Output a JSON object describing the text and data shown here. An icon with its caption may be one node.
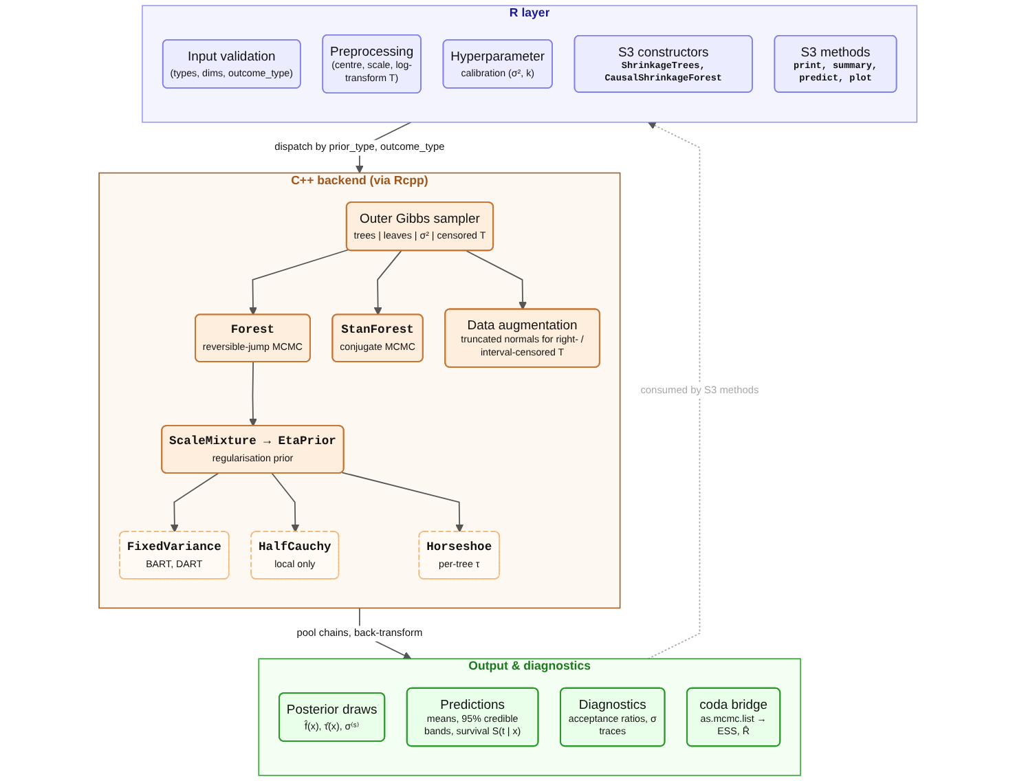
{
  "diagram": {
    "nodes": [
      {
        "text": [
          "R layer"
        ]
      },
      {
        "text": [
          "Input validation",
          "(types, dims, outcome_type)"
        ],
        "in": 0
      },
      {
        "text": [
          "Preprocessing",
          "(centre, scale, log-transform T)"
        ],
        "in": 0
      },
      {
        "text": [
          "Hyperparameter",
          "calibration (σ², k)"
        ],
        "in": 0
      },
      {
        "text": [
          "S3 constructors",
          "ShrinkageTrees, CausalShrinkageForest"
        ],
        "in": 0
      },
      {
        "text": [
          "S3 methods",
          "print, summary, predict, plot"
        ],
        "in": 0
      },
      {
        "text": [
          "C++ backend (via Rcpp)"
        ]
      },
      {
        "text": [
          "Outer Gibbs sampler",
          "trees | leaves | σ² | censored T"
        ],
        "in": 6
      },
      {
        "text": [
          "Forest",
          "reversible-jump MCMC"
        ],
        "in": 6
      },
      {
        "text": [
          "StanForest",
          "conjugate MCMC"
        ],
        "in": 6
      },
      {
        "text": [
          "Data augmentation",
          "truncated normals for right- / interval-censored T"
        ],
        "in": 6
      },
      {
        "text": [
          "ScaleMixture → EtaPrior",
          "regularisation prior"
        ],
        "in": 6
      },
      {
        "text": [
          "FixedVariance",
          "BART, DART"
        ],
        "in": 6
      },
      {
        "text": [
          "HalfCauchy",
          "local only"
        ],
        "in": 6
      },
      {
        "text": [
          "Horseshoe",
          "per-tree τ"
        ],
        "in": 6
      },
      {
        "text": [
          "Output & diagnostics"
        ]
      },
      {
        "text": [
          "Posterior draws",
          "f̂(x), τ̂(x), σ⁽ˢ⁾"
        ],
        "in": 15
      },
      {
        "text": [
          "Predictions",
          "means, 95% credible bands, survival S(t | x)"
        ],
        "in": 15
      },
      {
        "text": [
          "Diagnostics",
          "acceptance ratios, σ traces"
        ],
        "in": 15
      },
      {
        "text": [
          "coda bridge",
          "as.mcmc.list → ESS, R̂"
        ],
        "in": 15
      }
    ],
    "edges": [
      {
        "from": 0,
        "to": 6,
        "arrow": "to",
        "label": "dispatch by prior_type, outcome_type"
      },
      {
        "from": 7,
        "to": 8,
        "arrow": "to"
      },
      {
        "from": 7,
        "to": 9,
        "arrow": "to"
      },
      {
        "from": 7,
        "to": 10,
        "arrow": "to"
      },
      {
        "from": 8,
        "to": 11,
        "arrow": "to"
      },
      {
        "from": 11,
        "to": 12,
        "arrow": "to"
      },
      {
        "from": 11,
        "to": 13,
        "arrow": "to"
      },
      {
        "from": 11,
        "to": 14,
        "arrow": "to"
      },
      {
        "from": 6,
        "to": 15,
        "arrow": "to",
        "label": "pool chains, back-transform"
      },
      {
        "from": 15,
        "to": 0,
        "arrow": "to",
        "label": "consumed by S3 methods",
        "style": "dashed",
        "color": "#aaaaaa"
      }
    ]
  }
}
